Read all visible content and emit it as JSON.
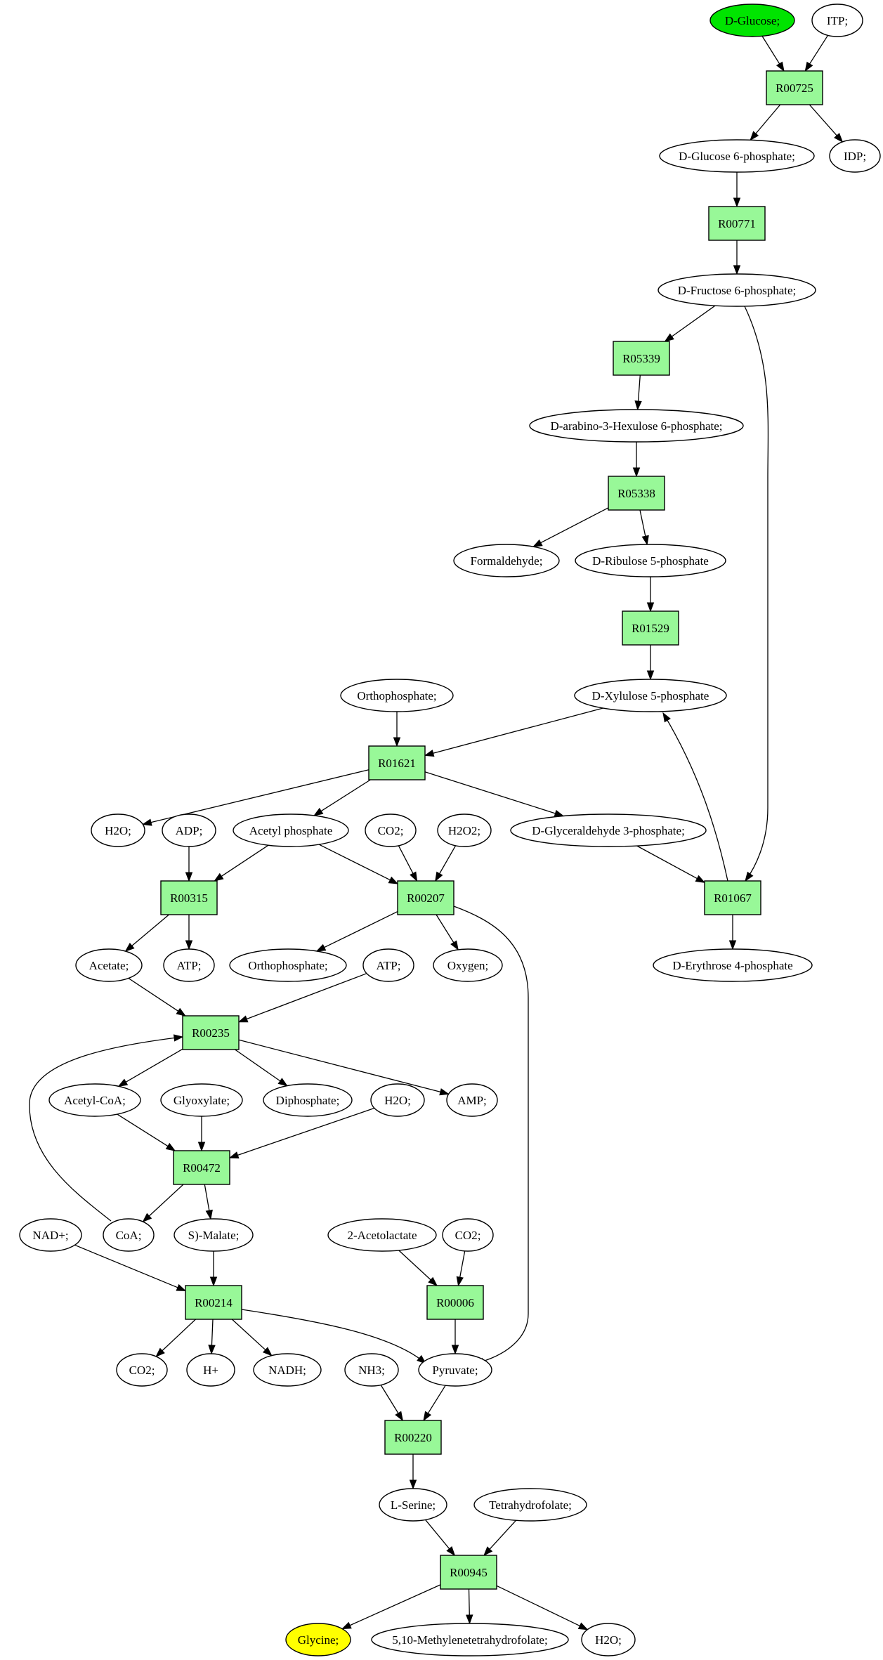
{
  "colors": {
    "reaction_fill": "#98f898",
    "source_fill": "#00e400",
    "target_fill": "#ffff00",
    "default_fill": "#ffffff",
    "stroke": "#000000"
  },
  "nodes": [
    {
      "id": "c_dglucose",
      "kind": "compound",
      "label": "D-Glucose;",
      "fill": "source"
    },
    {
      "id": "c_itp",
      "kind": "compound",
      "label": "ITP;"
    },
    {
      "id": "r_r00725",
      "kind": "reaction",
      "label": "R00725"
    },
    {
      "id": "c_g6p",
      "kind": "compound",
      "label": "D-Glucose 6-phosphate;"
    },
    {
      "id": "c_idp",
      "kind": "compound",
      "label": "IDP;"
    },
    {
      "id": "r_r00771",
      "kind": "reaction",
      "label": "R00771"
    },
    {
      "id": "c_f6p",
      "kind": "compound",
      "label": "D-Fructose 6-phosphate;"
    },
    {
      "id": "r_r05339",
      "kind": "reaction",
      "label": "R05339"
    },
    {
      "id": "c_hexulose6p",
      "kind": "compound",
      "label": "D-arabino-3-Hexulose 6-phosphate;"
    },
    {
      "id": "r_r05338",
      "kind": "reaction",
      "label": "R05338"
    },
    {
      "id": "c_formaldehyde",
      "kind": "compound",
      "label": "Formaldehyde;"
    },
    {
      "id": "c_ribulose5p",
      "kind": "compound",
      "label": "D-Ribulose 5-phosphate"
    },
    {
      "id": "r_r01529",
      "kind": "reaction",
      "label": "R01529"
    },
    {
      "id": "c_orthophosphate1",
      "kind": "compound",
      "label": "Orthophosphate;"
    },
    {
      "id": "c_xylulose5p",
      "kind": "compound",
      "label": "D-Xylulose 5-phosphate"
    },
    {
      "id": "r_r01621",
      "kind": "reaction",
      "label": "R01621"
    },
    {
      "id": "c_h2o1",
      "kind": "compound",
      "label": "H2O;"
    },
    {
      "id": "c_adp",
      "kind": "compound",
      "label": "ADP;"
    },
    {
      "id": "c_acetylp",
      "kind": "compound",
      "label": "Acetyl phosphate"
    },
    {
      "id": "c_co2_1",
      "kind": "compound",
      "label": "CO2;"
    },
    {
      "id": "c_h2o2",
      "kind": "compound",
      "label": "H2O2;"
    },
    {
      "id": "c_gap",
      "kind": "compound",
      "label": "D-Glyceraldehyde 3-phosphate;"
    },
    {
      "id": "r_r00315",
      "kind": "reaction",
      "label": "R00315"
    },
    {
      "id": "r_r00207",
      "kind": "reaction",
      "label": "R00207"
    },
    {
      "id": "r_r01067",
      "kind": "reaction",
      "label": "R01067"
    },
    {
      "id": "c_acetate",
      "kind": "compound",
      "label": "Acetate;"
    },
    {
      "id": "c_atp1",
      "kind": "compound",
      "label": "ATP;"
    },
    {
      "id": "c_orthophosphate2",
      "kind": "compound",
      "label": "Orthophosphate;"
    },
    {
      "id": "c_atp2",
      "kind": "compound",
      "label": "ATP;"
    },
    {
      "id": "c_oxygen",
      "kind": "compound",
      "label": "Oxygen;"
    },
    {
      "id": "c_erythrose4p",
      "kind": "compound",
      "label": "D-Erythrose 4-phosphate"
    },
    {
      "id": "r_r00235",
      "kind": "reaction",
      "label": "R00235"
    },
    {
      "id": "c_acetylcoa",
      "kind": "compound",
      "label": "Acetyl-CoA;"
    },
    {
      "id": "c_glyoxylate",
      "kind": "compound",
      "label": "Glyoxylate;"
    },
    {
      "id": "c_diphosphate",
      "kind": "compound",
      "label": "Diphosphate;"
    },
    {
      "id": "c_h2o3",
      "kind": "compound",
      "label": "H2O;"
    },
    {
      "id": "c_amp",
      "kind": "compound",
      "label": "AMP;"
    },
    {
      "id": "r_r00472",
      "kind": "reaction",
      "label": "R00472"
    },
    {
      "id": "c_nad",
      "kind": "compound",
      "label": "NAD+;"
    },
    {
      "id": "c_coa",
      "kind": "compound",
      "label": "CoA;"
    },
    {
      "id": "c_smalate",
      "kind": "compound",
      "label": "S)-Malate;"
    },
    {
      "id": "c_acetolactate",
      "kind": "compound",
      "label": "2-Acetolactate"
    },
    {
      "id": "c_co2_2",
      "kind": "compound",
      "label": "CO2;"
    },
    {
      "id": "r_r00214",
      "kind": "reaction",
      "label": "R00214"
    },
    {
      "id": "r_r00006",
      "kind": "reaction",
      "label": "R00006"
    },
    {
      "id": "c_co2_3",
      "kind": "compound",
      "label": "CO2;"
    },
    {
      "id": "c_hplus",
      "kind": "compound",
      "label": "H+"
    },
    {
      "id": "c_nadh",
      "kind": "compound",
      "label": "NADH;"
    },
    {
      "id": "c_nh3",
      "kind": "compound",
      "label": "NH3;"
    },
    {
      "id": "c_pyruvate",
      "kind": "compound",
      "label": "Pyruvate;"
    },
    {
      "id": "r_r00220",
      "kind": "reaction",
      "label": "R00220"
    },
    {
      "id": "c_lserine",
      "kind": "compound",
      "label": "L-Serine;"
    },
    {
      "id": "c_thf",
      "kind": "compound",
      "label": "Tetrahydrofolate;"
    },
    {
      "id": "r_r00945",
      "kind": "reaction",
      "label": "R00945"
    },
    {
      "id": "c_glycine",
      "kind": "compound",
      "label": "Glycine;",
      "fill": "target"
    },
    {
      "id": "c_methylenethf",
      "kind": "compound",
      "label": "5,10-Methylenetetrahydrofolate;"
    },
    {
      "id": "c_h2o4",
      "kind": "compound",
      "label": "H2O;"
    }
  ]
}
